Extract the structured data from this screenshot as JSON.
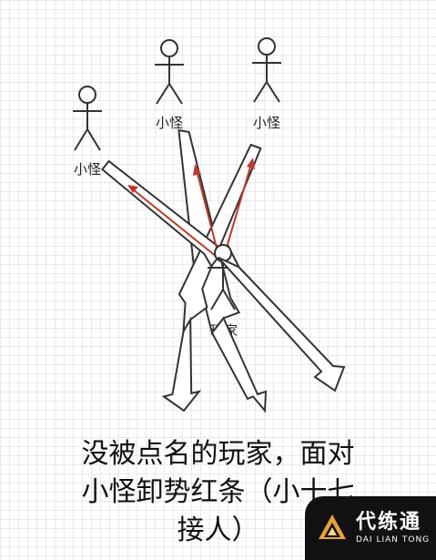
{
  "monster_label": "小怪",
  "player_label": "玩家",
  "caption_lines": [
    "没被点名的玩家，面对",
    "小怪卸势红条（小十七",
    "接人）"
  ],
  "watermark": {
    "cn": "代练通",
    "en": "DAI LIAN TONG"
  },
  "colors": {
    "red_line": "#c0392b",
    "outline": "#333333",
    "text": "#111111"
  }
}
